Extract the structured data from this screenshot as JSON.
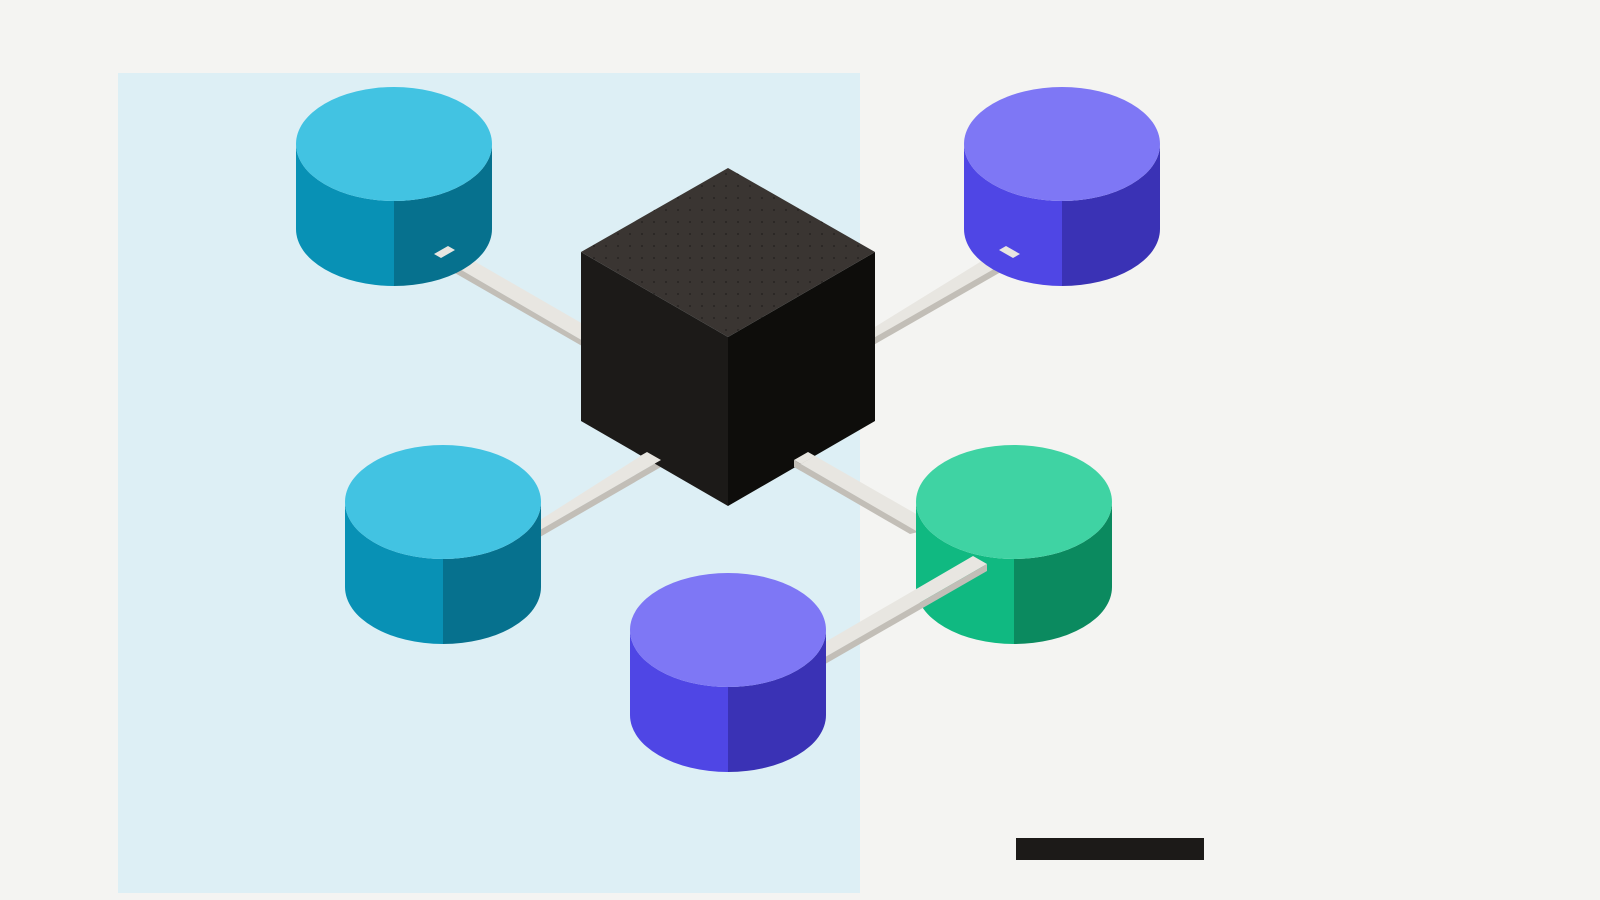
{
  "colors": {
    "background": "#f4f4f2",
    "panel": "#ddeff5",
    "hub_top": "#3a3532",
    "hub_left": "#1c1a18",
    "hub_right": "#0e0d0b",
    "connector_top": "#e8e6e1",
    "connector_side": "#c2beb7",
    "bar": "#1c1a18"
  },
  "nodes": [
    {
      "id": "top-left",
      "top": "#42c3e2",
      "left": "#0891b5",
      "right": "#06718e"
    },
    {
      "id": "top-right",
      "top": "#7e77f5",
      "left": "#4f46e5",
      "right": "#3a32b5"
    },
    {
      "id": "bottom-left",
      "top": "#42c3e2",
      "left": "#0891b5",
      "right": "#06718e"
    },
    {
      "id": "bottom-center",
      "top": "#7e77f5",
      "left": "#4f46e5",
      "right": "#3a32b5"
    },
    {
      "id": "bottom-right",
      "top": "#3fd3a3",
      "left": "#10b981",
      "right": "#0b8a5f"
    }
  ],
  "connectors": [
    {
      "from": "hub",
      "to": "top-left"
    },
    {
      "from": "hub",
      "to": "top-right"
    },
    {
      "from": "hub",
      "to": "bottom-left"
    },
    {
      "from": "hub",
      "to": "bottom-right"
    },
    {
      "from": "bottom-right",
      "to": "bottom-center"
    }
  ]
}
